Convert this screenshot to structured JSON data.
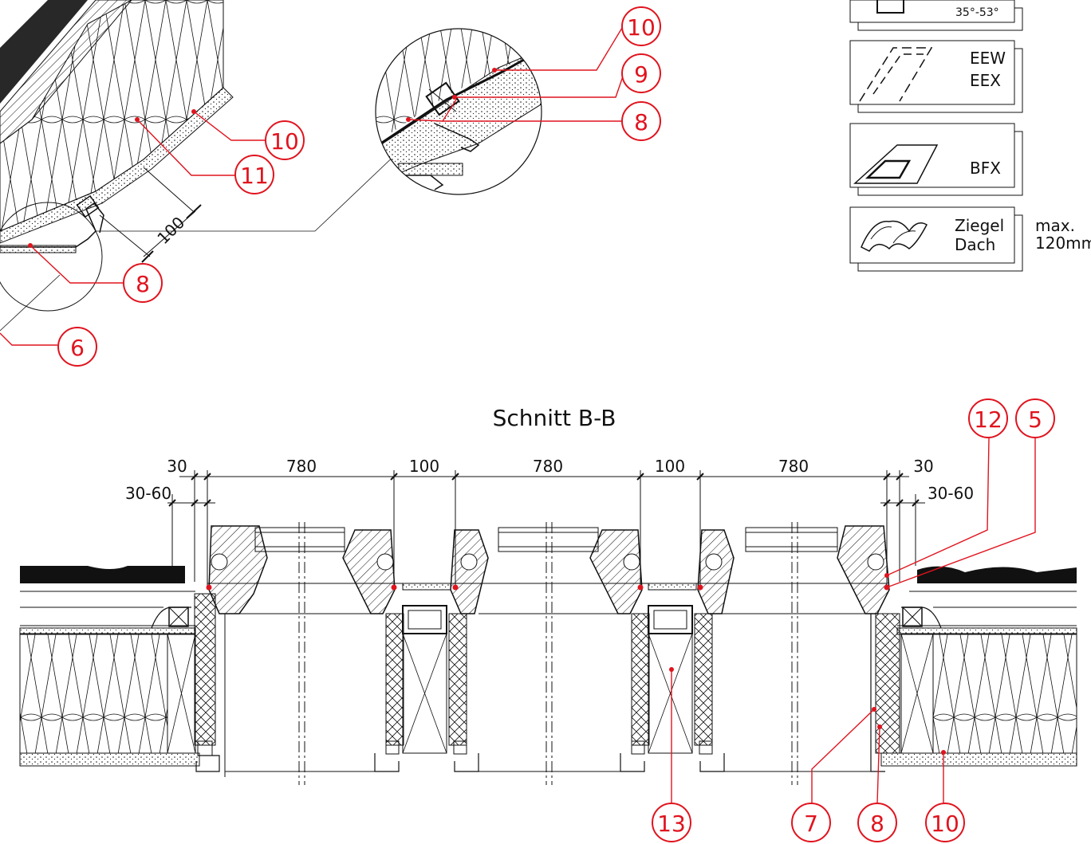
{
  "title": "Schnitt B-B",
  "legend": {
    "angle_label": "35°-53°",
    "boxes": [
      {
        "lines": [
          "EEW",
          "EEX"
        ]
      },
      {
        "lines": [
          "BFX"
        ]
      },
      {
        "lines": [
          "Ziegel",
          "Dach"
        ],
        "note": [
          "max.",
          "120mm"
        ]
      }
    ]
  },
  "detail_dimension": "100",
  "dimensions_top": [
    "30",
    "780",
    "100",
    "780",
    "100",
    "780",
    "30"
  ],
  "dimensions_second": [
    "30-60",
    "30-60"
  ],
  "callouts_upper": [
    "10",
    "9",
    "8",
    "10",
    "11",
    "8",
    "6"
  ],
  "callouts_lower": [
    "12",
    "5",
    "13",
    "7",
    "8",
    "10"
  ],
  "colors": {
    "accent": "#e0141e",
    "line": "#111111"
  }
}
